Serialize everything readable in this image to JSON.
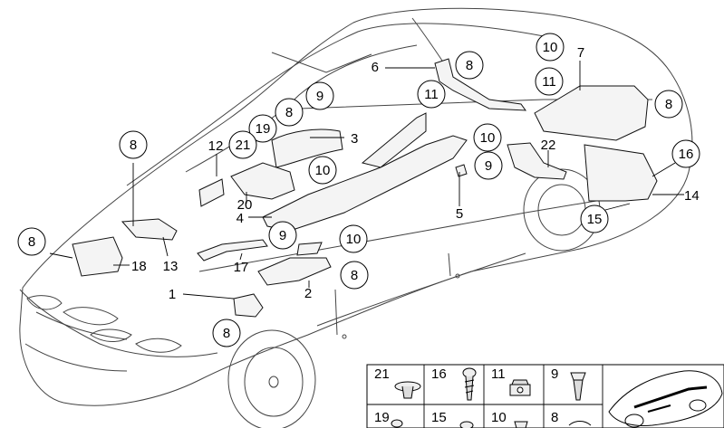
{
  "callouts": {
    "c1": "1",
    "c2": "2",
    "c3": "3",
    "c4": "4",
    "c5": "5",
    "c6": "6",
    "c7": "7",
    "c8a": "8",
    "c8b": "8",
    "c8c": "8",
    "c8d": "8",
    "c8e": "8",
    "c8f": "8",
    "c8g": "8",
    "c9a": "9",
    "c9b": "9",
    "c9c": "9",
    "c10a": "10",
    "c10b": "10",
    "c10c": "10",
    "c10d": "10",
    "c11a": "11",
    "c11b": "11",
    "c12": "12",
    "c13": "13",
    "c14": "14",
    "c15": "15",
    "c16": "16",
    "c17": "17",
    "c18": "18",
    "c19": "19",
    "c20": "20",
    "c21": "21",
    "c22": "22"
  },
  "fasteners": {
    "f21": "21",
    "f16": "16",
    "f11": "11",
    "f9": "9",
    "f19": "19",
    "f15": "15",
    "f10": "10",
    "f8": "8"
  }
}
